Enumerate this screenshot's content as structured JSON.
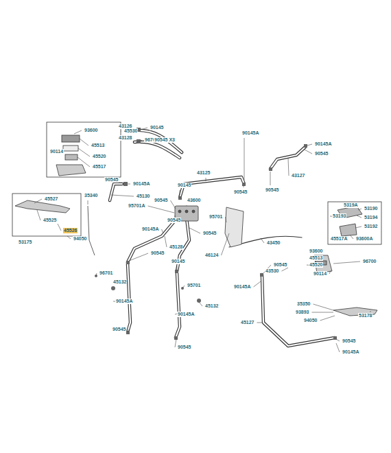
{
  "diagram": {
    "labels": [
      "93600",
      "45530",
      "45513",
      "90114",
      "45520",
      "45517",
      "96700",
      "90545",
      "90145A",
      "45130",
      "45527",
      "35340",
      "45525",
      "45526",
      "53175",
      "94050",
      "43126",
      "90145",
      "43128",
      "90545 X3",
      "90145A",
      "90145A",
      "90545",
      "43127",
      "90545",
      "43125",
      "90545",
      "90145",
      "43600",
      "90545",
      "95701A",
      "95701",
      "90545",
      "90145A",
      "90545",
      "45128",
      "90545",
      "90145",
      "46124",
      "43450",
      "96701",
      "45132",
      "90145A",
      "90545",
      "95701",
      "45132",
      "90145A",
      "90545",
      "5319A",
      "53190",
      "53193",
      "53194",
      "53192",
      "45517A",
      "93600A",
      "93600",
      "45513",
      "45520",
      "43530",
      "96700",
      "90114",
      "90545",
      "90145A",
      "45127",
      "35350",
      "93893",
      "94050",
      "53178",
      "90545",
      "90145A"
    ]
  }
}
